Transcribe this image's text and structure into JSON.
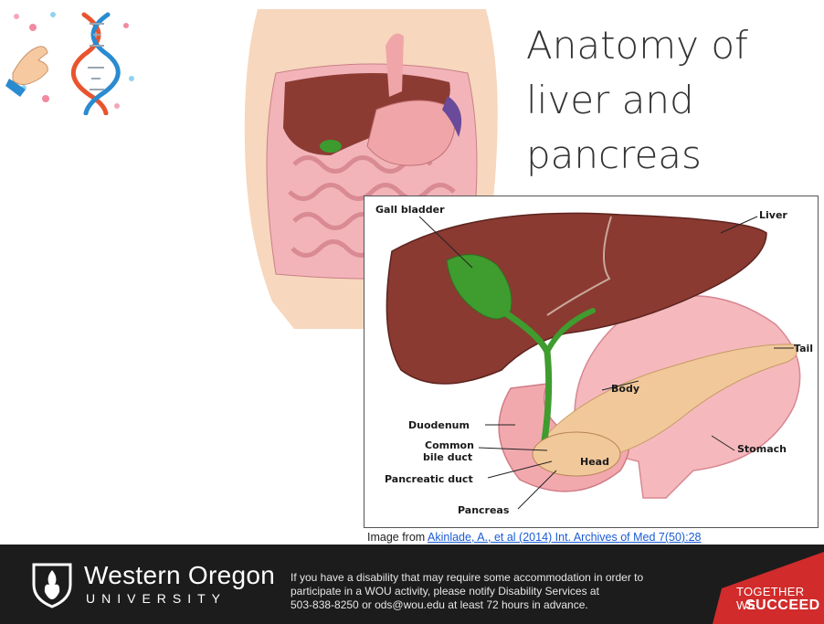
{
  "slide": {
    "title_lines": [
      "Anatomy of",
      "liver and",
      "pancreas"
    ]
  },
  "figure": {
    "labels": {
      "gall_bladder": "Gall bladder",
      "liver": "Liver",
      "tail": "Tail",
      "body": "Body",
      "duodenum": "Duodenum",
      "common_bile_duct_1": "Common",
      "common_bile_duct_2": "bile duct",
      "stomach": "Stomach",
      "head": "Head",
      "pancreatic_duct": "Pancreatic duct",
      "pancreas": "Pancreas"
    },
    "caption_prefix": "Image from ",
    "caption_link": "Akinlade, A., et al (2014) Int. Archives of Med 7(50):28 "
  },
  "footer": {
    "university_name": "Western Oregon",
    "university_sub": "UNIVERSITY",
    "notice_lines": [
      "If you have a disability that may require some accommodation in order to",
      "participate in a WOU activity, please notify Disability Services at",
      "503-838-8250 or ods@wou.edu at least 72 hours in advance."
    ],
    "tagline_1": "TOGETHER WE",
    "tagline_2": "SUCCEED"
  },
  "colors": {
    "footer_bg": "#1c1c1c",
    "banner_red": "#d12b2b",
    "link": "#1a5bd6"
  }
}
